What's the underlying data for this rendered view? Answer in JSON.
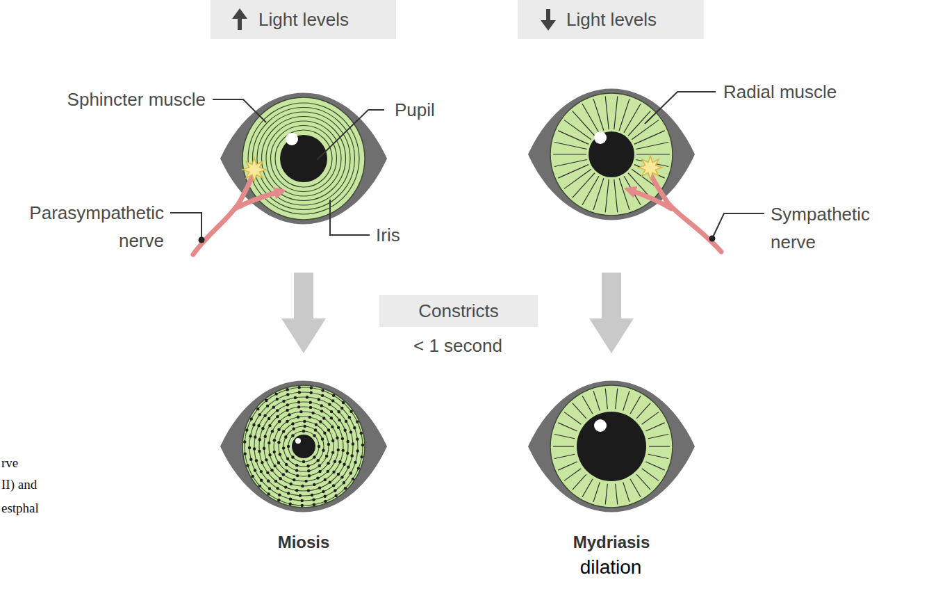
{
  "diagram": {
    "nodes": [
      {
        "text": [
          "Light levels"
        ]
      },
      {
        "text": [
          "Light levels"
        ]
      },
      {
        "text": [
          "Constricts"
        ]
      }
    ],
    "labels": [
      "Sphincter muscle",
      "Pupil",
      "Parasympathetic nerve",
      "Iris",
      "Radial muscle",
      "Sympathetic nerve",
      "< 1 second",
      "Miosis",
      "Mydriasis",
      "dilation",
      "rve",
      "II) and",
      "estphal"
    ]
  }
}
